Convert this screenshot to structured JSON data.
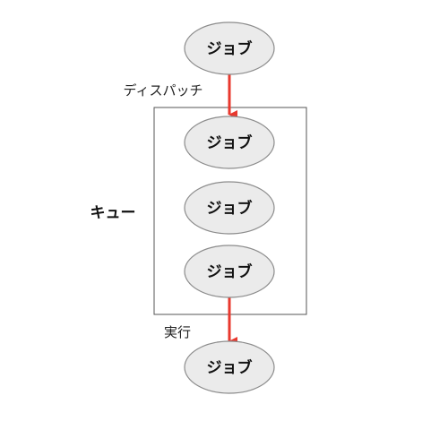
{
  "diagram": {
    "nodes": {
      "job_top": "ジョブ",
      "job_queue_1": "ジョブ",
      "job_queue_2": "ジョブ",
      "job_queue_3": "ジョブ",
      "job_bottom": "ジョブ"
    },
    "edges": {
      "dispatch_label": "ディスパッチ",
      "execute_label": "実行"
    },
    "group": {
      "queue_label": "キュー"
    },
    "colors": {
      "arrow": "#e8382e",
      "node_fill": "#ebebeb",
      "node_stroke": "#8c8c8c"
    }
  }
}
